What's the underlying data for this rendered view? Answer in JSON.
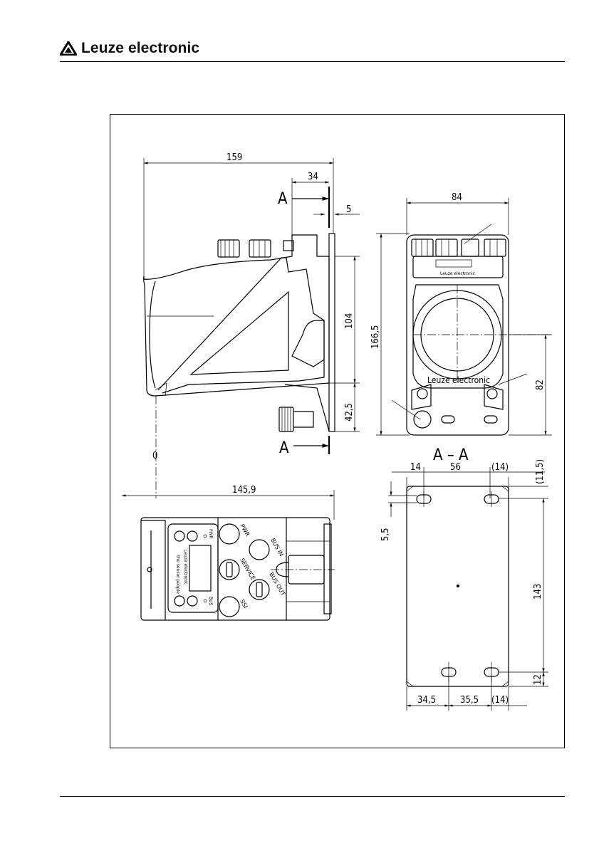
{
  "header": {
    "brand": "Leuze electronic"
  },
  "drawing": {
    "side_view": {
      "overall_width": "159",
      "flange_offset": "34",
      "plate_thickness": "5",
      "height_104": "104",
      "height_42_5": "42,5",
      "section_top": "A",
      "section_bottom": "A"
    },
    "front_view": {
      "width": "84",
      "height": "166,5",
      "center_height": "82"
    },
    "top_view": {
      "width": "145,9",
      "origin": "0",
      "labels": [
        "PWR",
        "BUS IN",
        "SERVICE",
        "BUS OUT",
        "SSI"
      ],
      "panel_brand": "Leuze electronic",
      "panel_sub": "the sensor people",
      "led_pwr": "PWR",
      "led_bus": "BUS"
    },
    "front_label": "Leuze electronic",
    "section_view": {
      "title": "A – A",
      "w_14_left": "14",
      "w_56": "56",
      "w_14_right": "(14)",
      "h_11_5": "(11,5)",
      "h_5_5": "5,5",
      "h_143": "143",
      "h_12": "12",
      "b_34_5": "34,5",
      "b_35_5": "35,5",
      "b_14": "(14)"
    }
  }
}
